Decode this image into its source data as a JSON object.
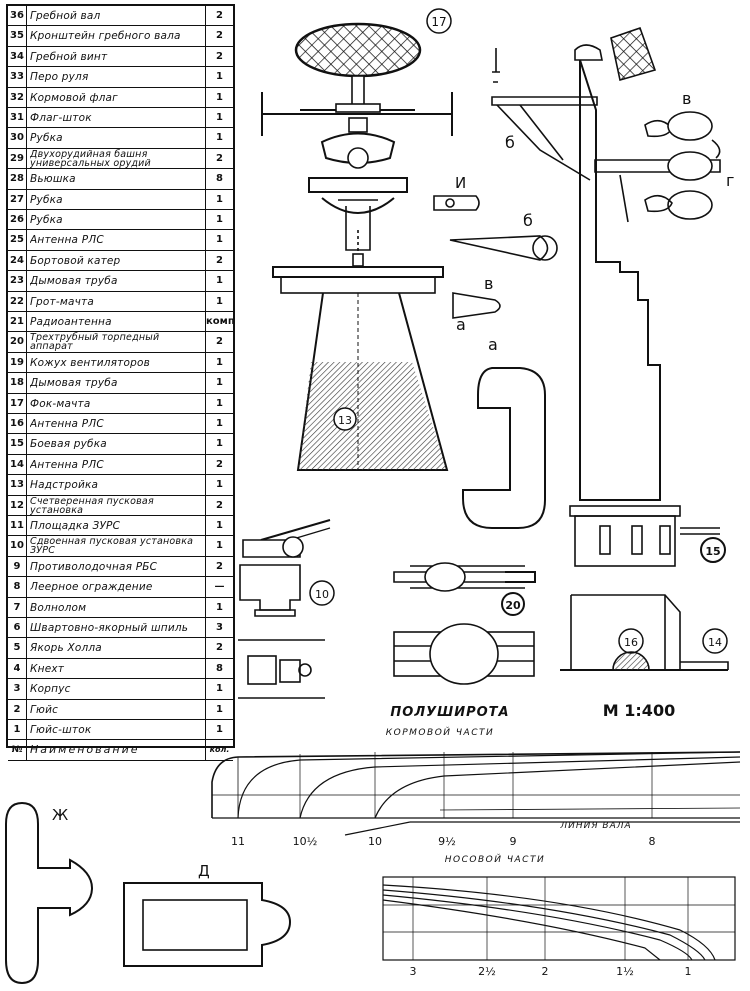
{
  "parts_table": {
    "header": {
      "num": "№",
      "name": "Наименование",
      "qty": "кол."
    },
    "rows": [
      {
        "num": "36",
        "name": "Гребной вал",
        "qty": "2"
      },
      {
        "num": "35",
        "name": "Кронштейн гребного вала",
        "qty": "2"
      },
      {
        "num": "34",
        "name": "Гребной винт",
        "qty": "2"
      },
      {
        "num": "33",
        "name": "Перо руля",
        "qty": "1"
      },
      {
        "num": "32",
        "name": "Кормовой флаг",
        "qty": "1"
      },
      {
        "num": "31",
        "name": "Флаг-шток",
        "qty": "1"
      },
      {
        "num": "30",
        "name": "Рубка",
        "qty": "1"
      },
      {
        "num": "29",
        "name": "Двухорудийная башня универсальных орудий",
        "qty": "2"
      },
      {
        "num": "28",
        "name": "Вьюшка",
        "qty": "8"
      },
      {
        "num": "27",
        "name": "Рубка",
        "qty": "1"
      },
      {
        "num": "26",
        "name": "Рубка",
        "qty": "1"
      },
      {
        "num": "25",
        "name": "Антенна РЛС",
        "qty": "1"
      },
      {
        "num": "24",
        "name": "Бортовой катер",
        "qty": "2"
      },
      {
        "num": "23",
        "name": "Дымовая труба",
        "qty": "1"
      },
      {
        "num": "22",
        "name": "Грот-мачта",
        "qty": "1"
      },
      {
        "num": "21",
        "name": "Радиоантенна",
        "qty": "комп"
      },
      {
        "num": "20",
        "name": "Трехтрубный торпедный аппарат",
        "qty": "2"
      },
      {
        "num": "19",
        "name": "Кожух вентиляторов",
        "qty": "1"
      },
      {
        "num": "18",
        "name": "Дымовая труба",
        "qty": "1"
      },
      {
        "num": "17",
        "name": "Фок-мачта",
        "qty": "1"
      },
      {
        "num": "16",
        "name": "Антенна РЛС",
        "qty": "1"
      },
      {
        "num": "15",
        "name": "Боевая рубка",
        "qty": "1"
      },
      {
        "num": "14",
        "name": "Антенна РЛС",
        "qty": "2"
      },
      {
        "num": "13",
        "name": "Надстройка",
        "qty": "1"
      },
      {
        "num": "12",
        "name": "Счетверенная пусковая установка",
        "qty": "2"
      },
      {
        "num": "11",
        "name": "Площадка ЗУРС",
        "qty": "1"
      },
      {
        "num": "10",
        "name": "Сдвоенная пусковая установка ЗУРС",
        "qty": "1"
      },
      {
        "num": "9",
        "name": "Противолодочная РБС",
        "qty": "2"
      },
      {
        "num": "8",
        "name": "Леерное ограждение",
        "qty": "—"
      },
      {
        "num": "7",
        "name": "Волнолом",
        "qty": "1"
      },
      {
        "num": "6",
        "name": "Швартовно-якорный шпиль",
        "qty": "3"
      },
      {
        "num": "5",
        "name": "Якорь Холла",
        "qty": "2"
      },
      {
        "num": "4",
        "name": "Кнехт",
        "qty": "8"
      },
      {
        "num": "3",
        "name": "Корпус",
        "qty": "1"
      },
      {
        "num": "2",
        "name": "Гюйс",
        "qty": "1"
      },
      {
        "num": "1",
        "name": "Гюйс-шток",
        "qty": "1"
      }
    ]
  },
  "drawing": {
    "title_main": "ПОЛУШИРОТА",
    "title_stern": "КОРМОВОЙ ЧАСТИ",
    "title_bow": "НОСОВОЙ ЧАСТИ",
    "scale": "М 1:400",
    "shaft_line": "ЛИНИЯ ВАЛА",
    "stern_ticks": [
      "11",
      "10½",
      "10",
      "9½",
      "9",
      "8"
    ],
    "bow_ticks": [
      "3",
      "2½",
      "2",
      "1½",
      "1"
    ],
    "callouts": [
      "17",
      "13",
      "10",
      "20",
      "15",
      "16",
      "14"
    ],
    "letters": {
      "i": "И",
      "b": "б",
      "b2": "б",
      "v": "в",
      "v2": "в",
      "g": "г",
      "a": "а",
      "a2": "а",
      "zh": "Ж",
      "d": "Д"
    }
  }
}
